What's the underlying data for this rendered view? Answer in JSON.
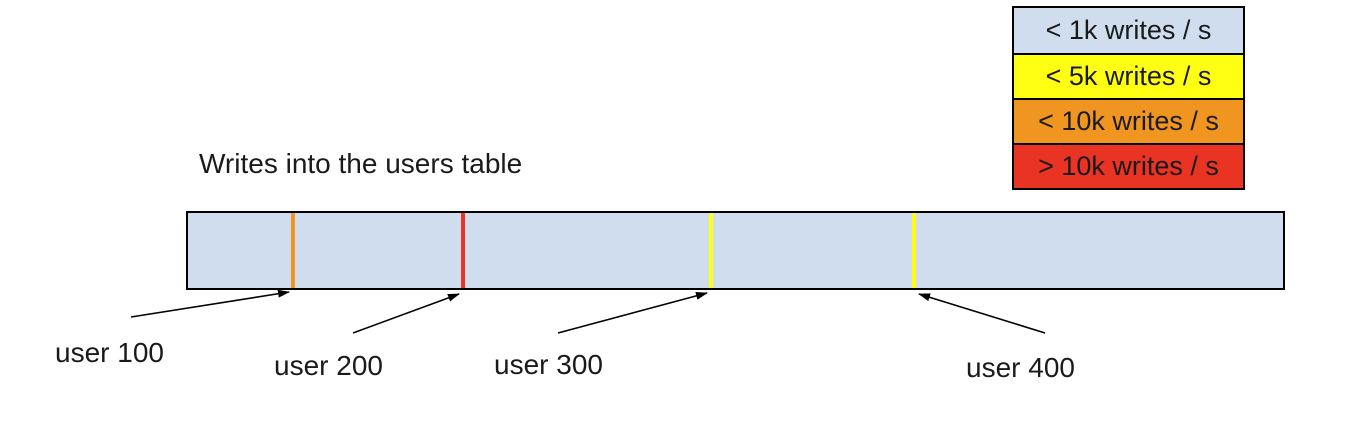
{
  "title": "Writes into the users table",
  "legend": {
    "items": [
      {
        "label": "< 1k writes / s",
        "color": "#CFDDEE"
      },
      {
        "label": "< 5k writes / s",
        "color": "#FFFF14"
      },
      {
        "label": "< 10k writes / s",
        "color": "#F0951F"
      },
      {
        "label": "> 10k writes / s",
        "color": "#E93323"
      }
    ]
  },
  "table_bar": {
    "fill": "#CFDDEE",
    "markers": [
      {
        "label": "user 100",
        "color": "#F0951F"
      },
      {
        "label": "user 200",
        "color": "#E93323"
      },
      {
        "label": "user 300",
        "color": "#FFFF14"
      },
      {
        "label": "user 400",
        "color": "#FFFF14"
      }
    ]
  }
}
